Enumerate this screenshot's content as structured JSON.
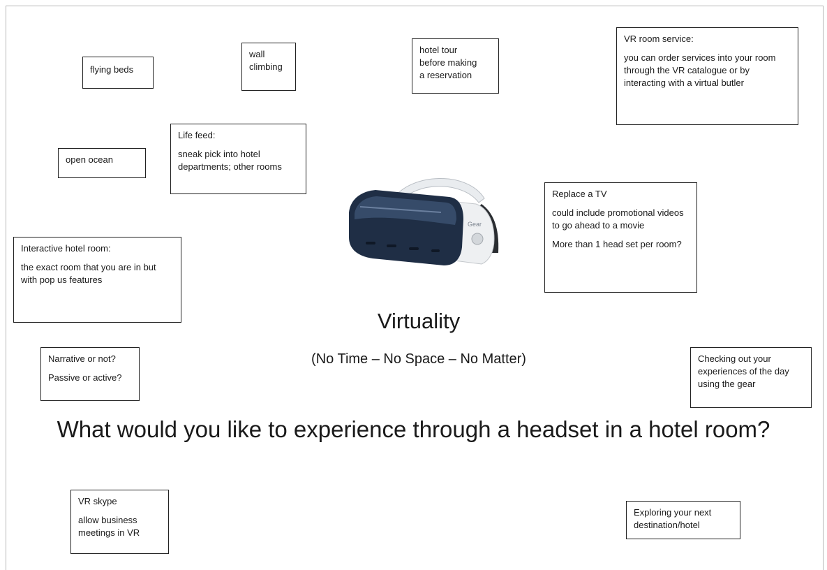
{
  "center": {
    "title": "Virtuality",
    "subtitle": "(No Time – No Space – No Matter)",
    "question": "What would you like to experience through a headset in a hotel room?"
  },
  "headset_label": "Gear",
  "notes": {
    "flying_beds": [
      "flying beds"
    ],
    "wall_climbing": [
      "wall\nclimbing"
    ],
    "hotel_tour": [
      "hotel tour\nbefore making\na reservation"
    ],
    "vr_room_service": [
      "VR room service:",
      "you can order services into your room through the VR catalogue or by interacting with a virtual butler"
    ],
    "open_ocean": [
      "open ocean"
    ],
    "life_feed": [
      "Life feed:",
      "sneak pick into hotel departments; other rooms"
    ],
    "replace_tv": [
      "Replace a TV",
      "could include promotional videos to go ahead to a movie",
      "More than 1 head set per room?"
    ],
    "interactive_room": [
      "Interactive hotel room:",
      "the exact room that you are in but with pop us features"
    ],
    "narrative": [
      "Narrative or not?",
      "Passive or active?"
    ],
    "checking_out": [
      "Checking out your experiences of the day using the gear"
    ],
    "vr_skype": [
      "VR skype",
      "allow business meetings in VR"
    ],
    "exploring": [
      "Exploring your next destination/hotel"
    ]
  }
}
